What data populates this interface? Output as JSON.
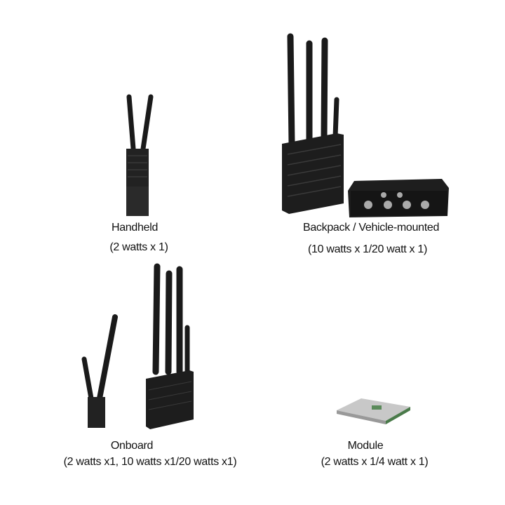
{
  "products": [
    {
      "name": "Handheld",
      "spec": "(2 watts x 1)"
    },
    {
      "name": "Backpack / Vehicle-mounted",
      "spec": "(10 watts x 1/20 watt x 1)"
    },
    {
      "name": "Onboard",
      "spec": "(2 watts x1, 10 watts x1/20 watts x1)"
    },
    {
      "name": "Module",
      "spec": "(2 watts x 1/4 watt x 1)"
    }
  ],
  "colors": {
    "device": "#1a1a1a",
    "module": "#c8c8c8",
    "pcb": "#4a7a4a"
  }
}
